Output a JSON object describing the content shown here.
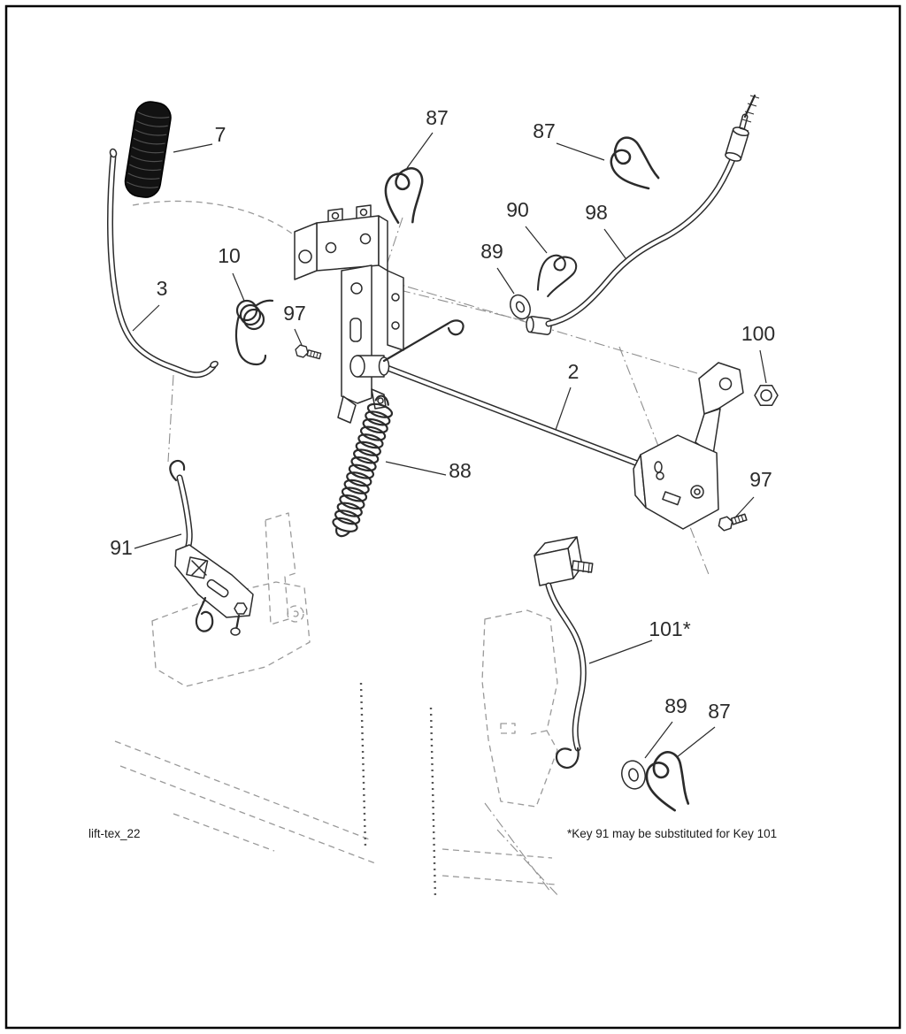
{
  "page": {
    "background": "#ffffff",
    "frame_color": "#000000",
    "line_color": "#2b2b2b",
    "dashed_reference_color": "#9a9a9a"
  },
  "diagram": {
    "drawing_id": "lift-tex_22",
    "footnote": "*Key 91 may be substituted for Key 101",
    "callouts": [
      {
        "label": "7"
      },
      {
        "label": "87"
      },
      {
        "label": "87"
      },
      {
        "label": "90"
      },
      {
        "label": "98"
      },
      {
        "label": "89"
      },
      {
        "label": "10"
      },
      {
        "label": "3"
      },
      {
        "label": "97"
      },
      {
        "label": "100"
      },
      {
        "label": "2"
      },
      {
        "label": "88"
      },
      {
        "label": "97"
      },
      {
        "label": "91"
      },
      {
        "label": "101*"
      },
      {
        "label": "89"
      },
      {
        "label": "87"
      }
    ]
  }
}
